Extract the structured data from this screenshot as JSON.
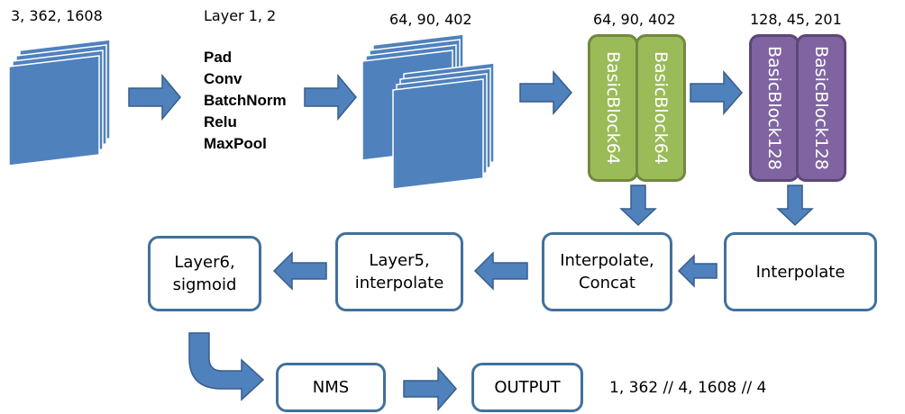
{
  "input_shape": "3, 362, 1608",
  "stem": {
    "title": "Layer 1, 2",
    "operations": [
      "Pad",
      "Conv",
      "BatchNorm",
      "Relu",
      "MaxPool"
    ]
  },
  "stem_output_shape": "64, 90, 402",
  "stage64": {
    "shape": "64, 90, 402",
    "blocks": [
      "BasicBlock64",
      "BasicBlock64"
    ]
  },
  "stage128": {
    "shape": "128, 45, 201",
    "blocks": [
      "BasicBlock128",
      "BasicBlock128"
    ]
  },
  "nodes": {
    "interpolate": "Interpolate",
    "interpolate_concat": "Interpolate,\nConcat",
    "layer5": "Layer5,\ninterpolate",
    "layer6": "Layer6,\nsigmoid",
    "nms": "NMS",
    "output": "OUTPUT"
  },
  "output_shape": "1, 362 // 4, 1608 // 4",
  "colors": {
    "layer_fill": "#4f81bd",
    "layer_stroke": "#385d8a",
    "arrow_fill": "#4f81bd",
    "node_border": "#41719c",
    "green_block": "#9bbb59",
    "purple_block": "#8064a2"
  }
}
